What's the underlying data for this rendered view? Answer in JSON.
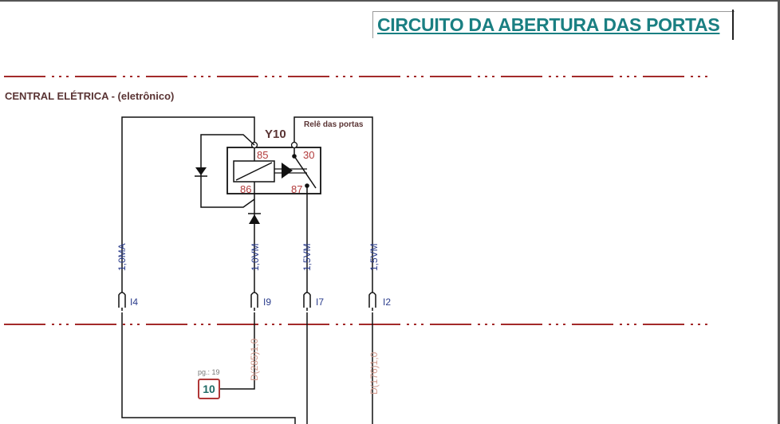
{
  "title": "CIRCUITO DA ABERTURA DAS PORTAS",
  "section_label": "CENTRAL ELÉTRICA - (eletrônico)",
  "relay": {
    "label": "Relê das portas",
    "id": "Y10",
    "pins": {
      "p85": "85",
      "p30": "30",
      "p86": "86",
      "p87": "87"
    }
  },
  "wires": [
    {
      "gauge": "1,0MA",
      "connector": "I4"
    },
    {
      "gauge": "1,0VM",
      "connector": "I9"
    },
    {
      "gauge": "1,5VM",
      "connector": "I7"
    },
    {
      "gauge": "1,5VM",
      "connector": "I2"
    }
  ],
  "downstream_labels": [
    "D(285)1,0",
    "D(176)1,0"
  ],
  "page_ref": {
    "text": "pg.: 19",
    "number": "10"
  },
  "colors": {
    "title": "#1a7f82",
    "boundary_line": "#a32a2a",
    "wire_label": "#2a3c8c",
    "pin_label": "#b23a3a",
    "downstream_label": "#d29a8e"
  }
}
